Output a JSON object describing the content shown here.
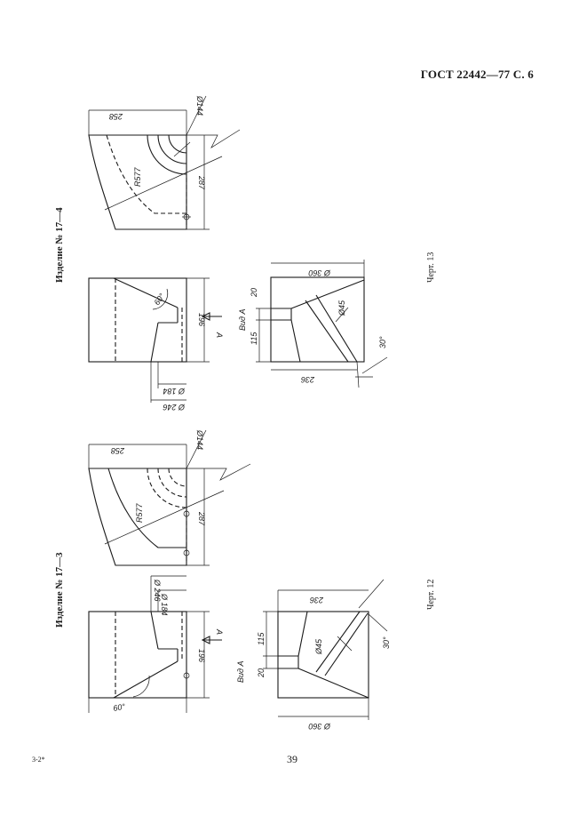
{
  "header": {
    "standard": "ГОСТ 22442—77 С. 6"
  },
  "page_number": "39",
  "footer_mark": "3-2*",
  "item_top": {
    "title": "Изделие № 17—4",
    "caption": "Черт. 13",
    "dims": {
      "width_258": "258",
      "dia_144": "Ø144",
      "radius_577": "R577",
      "len_287": "287",
      "angle_60": "60°",
      "len_196": "196",
      "arrow_a": "A",
      "dia_184": "Ø 184",
      "dia_246": "Ø 246",
      "view_a": "Вид А",
      "len_20": "20",
      "len_115": "115",
      "dia_360": "Ø 360",
      "dia_45": "Ø45",
      "angle_30": "30°",
      "len_236": "236"
    }
  },
  "item_bottom": {
    "title": "Изделие № 17—3",
    "caption": "Черт. 12",
    "dims": {
      "width_258": "258",
      "dia_144": "Ø144",
      "radius_577": "R577",
      "len_287": "287",
      "dia_246": "Ø 246",
      "dia_184": "Ø 184",
      "len_196": "196",
      "arrow_a": "A",
      "angle_60": "60°",
      "view_a": "Вид А",
      "len_20": "20",
      "len_115": "115",
      "dia_45": "Ø45",
      "angle_30": "30°",
      "len_236": "236",
      "dia_360": "Ø 360"
    }
  }
}
